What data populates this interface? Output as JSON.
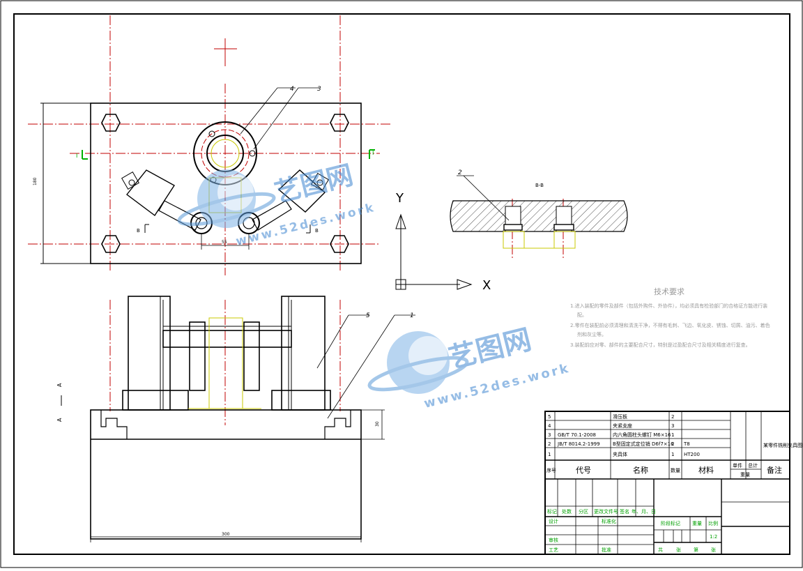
{
  "balloons": {
    "b1": "1",
    "b2": "2",
    "b3": "3",
    "b4": "4",
    "b5": "5"
  },
  "section": {
    "top_view_left": "I",
    "top_view_right": "I",
    "bb_left": "B",
    "bb_right": "B",
    "bb_title": "B-B",
    "aa_top": "A",
    "aa_bottom": "A"
  },
  "dimensions": {
    "width_total": "300",
    "height_total": "180",
    "center_span": "55",
    "base_height": "30"
  },
  "axes": {
    "x": "X",
    "y": "Y"
  },
  "tech_requirements": {
    "title": "技术要求",
    "items": [
      "1.进入装配的零件及部件（包括外购件、外协件），均必须具有检验部门的合格证方能进行装",
      "配。",
      "2.零件在装配前必须清理和清洗干净，不得有毛刺、飞边、氧化皮、锈蚀、切屑、油污、着色",
      "剂和灰尘等。",
      "3.装配前应对零、部件的主要配合尺寸，特别是过盈配合尺寸及相关精度进行复查。"
    ]
  },
  "bom": [
    {
      "no": "5",
      "code": "",
      "name": "滑压板",
      "qty": "2",
      "material": ""
    },
    {
      "no": "4",
      "code": "",
      "name": "夹紧支座",
      "qty": "3",
      "material": ""
    },
    {
      "no": "3",
      "code": "GB/T 70.1-2008",
      "name": "内六角圆柱头螺钉 M6×16",
      "qty": "1",
      "material": ""
    },
    {
      "no": "2",
      "code": "JB/T 8014.2-1999",
      "name": "B型固定式定位销 D6f7×16",
      "qty": "2",
      "material": "T8"
    },
    {
      "no": "1",
      "code": "",
      "name": "夹具体",
      "qty": "1",
      "material": "HT200"
    }
  ],
  "bom_header": {
    "no": "序号",
    "code": "代号",
    "name": "名称",
    "qty": "数量",
    "material": "材料",
    "unit": "单件",
    "total": "总计",
    "weight": "重量",
    "remark": "备注"
  },
  "title_block": {
    "drawing_title": "某零件铣削夹具图",
    "row_mark": "标记",
    "row_count": "处数",
    "row_zone": "分区",
    "row_docno": "更改文件号",
    "row_sign": "签名",
    "row_date": "年、月、日",
    "design": "设计",
    "standardize": "标准化",
    "review": "审核",
    "process": "工艺",
    "approve": "批准",
    "stage_mark": "阶段标记",
    "weight": "重量",
    "scale": "比例",
    "scale_value": "1:2",
    "sheets_total": "共",
    "sheet_word": "张",
    "sheet_no": "第",
    "sheet_word2": "张"
  },
  "watermark": {
    "brand": "艺图网",
    "url": "www.52des.work"
  }
}
